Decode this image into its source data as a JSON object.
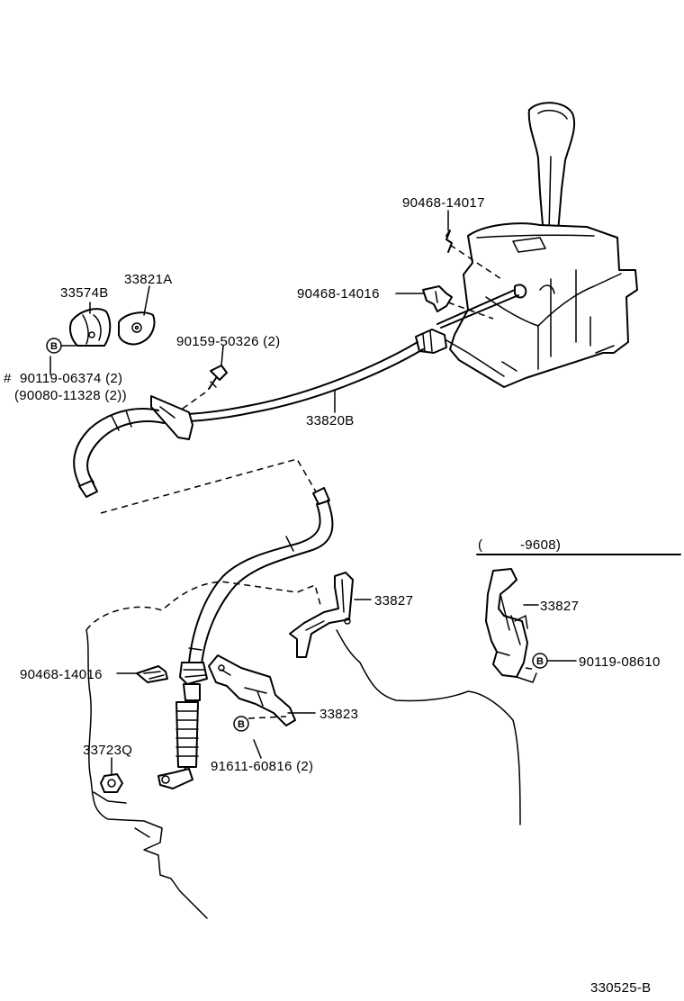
{
  "labels": {
    "p90468_14017": "90468-14017",
    "p90468_14016_top": "90468-14016",
    "p33574B": "33574B",
    "p33821A": "33821A",
    "p90159_50326": "90159-50326 (2)",
    "hash": "#",
    "p90119_06374": "90119-06374 (2)",
    "p90080_11328": "(90080-11328 (2))",
    "p33820B": "33820B",
    "range_open": "(",
    "range_end": "-9608)",
    "p33827_main": "33827",
    "p33827_alt": "33827",
    "p90119_08610": "90119-08610",
    "p90468_14016_bottom": "90468-14016",
    "p33823": "33823",
    "p33723Q": "33723Q",
    "p91611_60816": "91611-60816 (2)",
    "ref_code": "330525-B"
  },
  "callout_letter": "B"
}
